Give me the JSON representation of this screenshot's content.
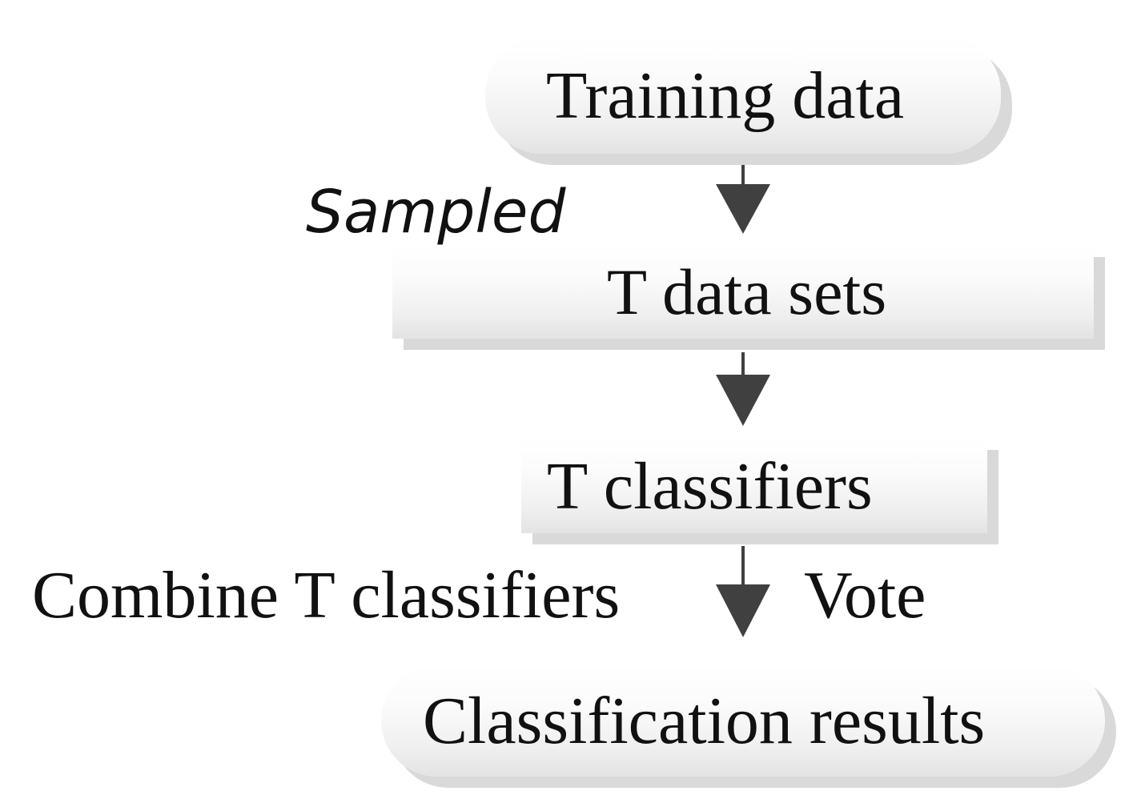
{
  "diagram": {
    "nodes": {
      "training_data": "Training data",
      "data_sets": "T data sets",
      "classifiers": "T classifiers",
      "results": "Classification results"
    },
    "edge_labels": {
      "sampled": "Sampled",
      "combine": "Combine T classifiers",
      "vote": "Vote"
    },
    "colors": {
      "arrow": "#404040",
      "node_shadow": "#d9d9d9",
      "text": "#111111"
    }
  }
}
